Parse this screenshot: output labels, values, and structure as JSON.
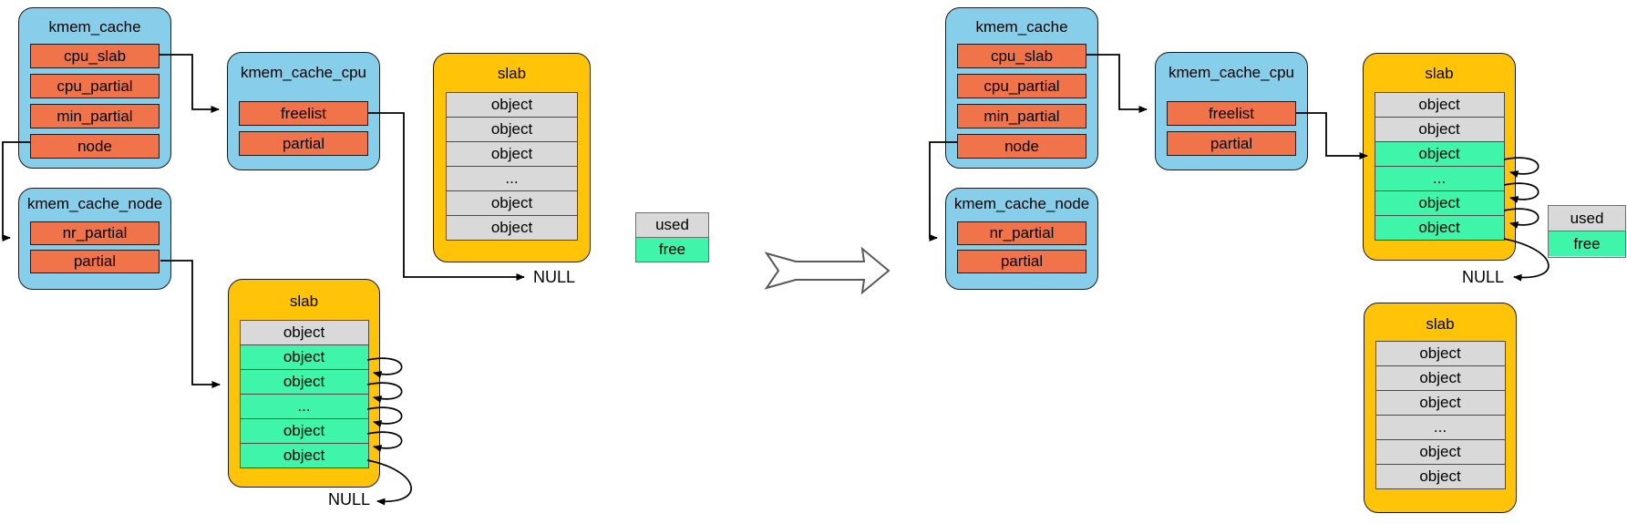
{
  "labels": {
    "null": "NULL"
  },
  "legend": {
    "used": "used",
    "free": "free"
  },
  "colors": {
    "struct_box": "#87CEEB",
    "field_row": "#F0734A",
    "slab_box": "#FFC408",
    "object_used": "#D9D9D9",
    "object_free": "#3FF5AA"
  },
  "left": {
    "kmem_cache": {
      "title": "kmem_cache",
      "rows": [
        "cpu_slab",
        "cpu_partial",
        "min_partial",
        "node"
      ]
    },
    "kmem_cache_cpu": {
      "title": "kmem_cache_cpu",
      "rows": [
        "freelist",
        "partial"
      ]
    },
    "kmem_cache_node": {
      "title": "kmem_cache_node",
      "rows": [
        "nr_partial",
        "partial"
      ]
    },
    "slab_top": {
      "title": "slab",
      "rows": [
        {
          "label": "object",
          "state": "used"
        },
        {
          "label": "object",
          "state": "used"
        },
        {
          "label": "object",
          "state": "used"
        },
        {
          "label": "...",
          "state": "used"
        },
        {
          "label": "object",
          "state": "used"
        },
        {
          "label": "object",
          "state": "used"
        }
      ]
    },
    "slab_bottom": {
      "title": "slab",
      "rows": [
        {
          "label": "object",
          "state": "used"
        },
        {
          "label": "object",
          "state": "free"
        },
        {
          "label": "object",
          "state": "free"
        },
        {
          "label": "...",
          "state": "free"
        },
        {
          "label": "object",
          "state": "free"
        },
        {
          "label": "object",
          "state": "free"
        }
      ]
    }
  },
  "right": {
    "kmem_cache": {
      "title": "kmem_cache",
      "rows": [
        "cpu_slab",
        "cpu_partial",
        "min_partial",
        "node"
      ]
    },
    "kmem_cache_cpu": {
      "title": "kmem_cache_cpu",
      "rows": [
        "freelist",
        "partial"
      ]
    },
    "kmem_cache_node": {
      "title": "kmem_cache_node",
      "rows": [
        "nr_partial",
        "partial"
      ]
    },
    "slab_top": {
      "title": "slab",
      "rows": [
        {
          "label": "object",
          "state": "used"
        },
        {
          "label": "object",
          "state": "used"
        },
        {
          "label": "object",
          "state": "free"
        },
        {
          "label": "...",
          "state": "free"
        },
        {
          "label": "object",
          "state": "free"
        },
        {
          "label": "object",
          "state": "free"
        }
      ]
    },
    "slab_bottom": {
      "title": "slab",
      "rows": [
        {
          "label": "object",
          "state": "used"
        },
        {
          "label": "object",
          "state": "used"
        },
        {
          "label": "object",
          "state": "used"
        },
        {
          "label": "...",
          "state": "used"
        },
        {
          "label": "object",
          "state": "used"
        },
        {
          "label": "object",
          "state": "used"
        }
      ]
    }
  }
}
